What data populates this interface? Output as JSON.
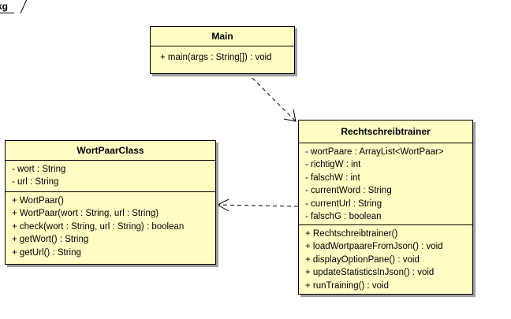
{
  "package": {
    "label": "kg"
  },
  "classes": {
    "main": {
      "name": "Main",
      "attributes": [],
      "operations": [
        "+ main(args : String[]) : void"
      ]
    },
    "trainer": {
      "name": "Rechtschreibtrainer",
      "attributes": [
        "- wortPaare : ArrayList<WortPaar>",
        "- richtigW : int",
        "- falschW : int",
        "- currentWord : String",
        "- currentUrl : String",
        "- falschG : boolean"
      ],
      "operations": [
        "+ Rechtschreibtrainer()",
        "+ loadWortpaareFromJson() : void",
        "+ displayOptionPane() : void",
        "+ updateStatisticsInJson() : void",
        "+ runTraining() : void"
      ]
    },
    "wortpaar": {
      "name": "WortPaarClass",
      "attributes": [
        "- wort : String",
        "- url : String"
      ],
      "operations": [
        "+ WortPaar()",
        "+ WortPaar(wort : String, url : String)",
        "+ check(wort : String, url : String) : boolean",
        "+ getWort() : String",
        "+ getUrl() : String"
      ]
    }
  },
  "relations": [
    {
      "from": "main",
      "to": "trainer",
      "type": "dependency"
    },
    {
      "from": "trainer",
      "to": "wortpaar",
      "type": "dependency"
    }
  ]
}
